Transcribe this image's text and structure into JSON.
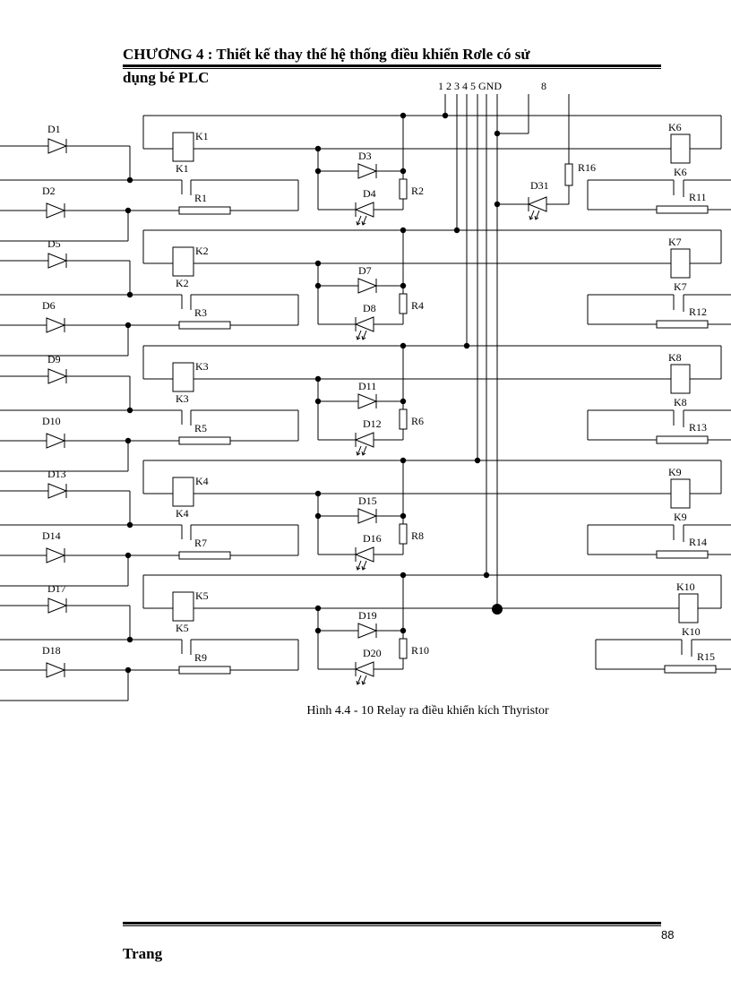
{
  "header": {
    "line1": "CHƯƠNG 4 : Thiết kế thay thế hệ thống điều khiển Rơle có sử",
    "line2": "dụng bé PLC"
  },
  "bus_labels": {
    "lines": "1 2 3 4 5 GND",
    "line8": "8"
  },
  "indicator": {
    "diode": "D31",
    "resistor": "R16"
  },
  "left_blocks": [
    {
      "relay": "K1",
      "resistor": "R1",
      "in_diode_a": "D1",
      "in_diode_b": "D2",
      "diode": "D3",
      "led": "D4",
      "led_resistor": "R2"
    },
    {
      "relay": "K2",
      "resistor": "R3",
      "in_diode_a": "D5",
      "in_diode_b": "D6",
      "diode": "D7",
      "led": "D8",
      "led_resistor": "R4"
    },
    {
      "relay": "K3",
      "resistor": "R5",
      "in_diode_a": "D9",
      "in_diode_b": "D10",
      "diode": "D11",
      "led": "D12",
      "led_resistor": "R6"
    },
    {
      "relay": "K4",
      "resistor": "R7",
      "in_diode_a": "D13",
      "in_diode_b": "D14",
      "diode": "D15",
      "led": "D16",
      "led_resistor": "R8"
    },
    {
      "relay": "K5",
      "resistor": "R9",
      "in_diode_a": "D17",
      "in_diode_b": "D18",
      "diode": "D19",
      "led": "D20",
      "led_resistor": "R10"
    }
  ],
  "right_blocks": [
    {
      "relay": "K6",
      "resistor": "R11"
    },
    {
      "relay": "K7",
      "resistor": "R12"
    },
    {
      "relay": "K8",
      "resistor": "R13"
    },
    {
      "relay": "K9",
      "resistor": "R14"
    },
    {
      "relay": "K10",
      "resistor": "R15"
    }
  ],
  "caption": "Hình 4.4 - 10 Relay ra điều khiển kích Thyristor",
  "footer": {
    "page_number": "88",
    "label": "Trang"
  }
}
